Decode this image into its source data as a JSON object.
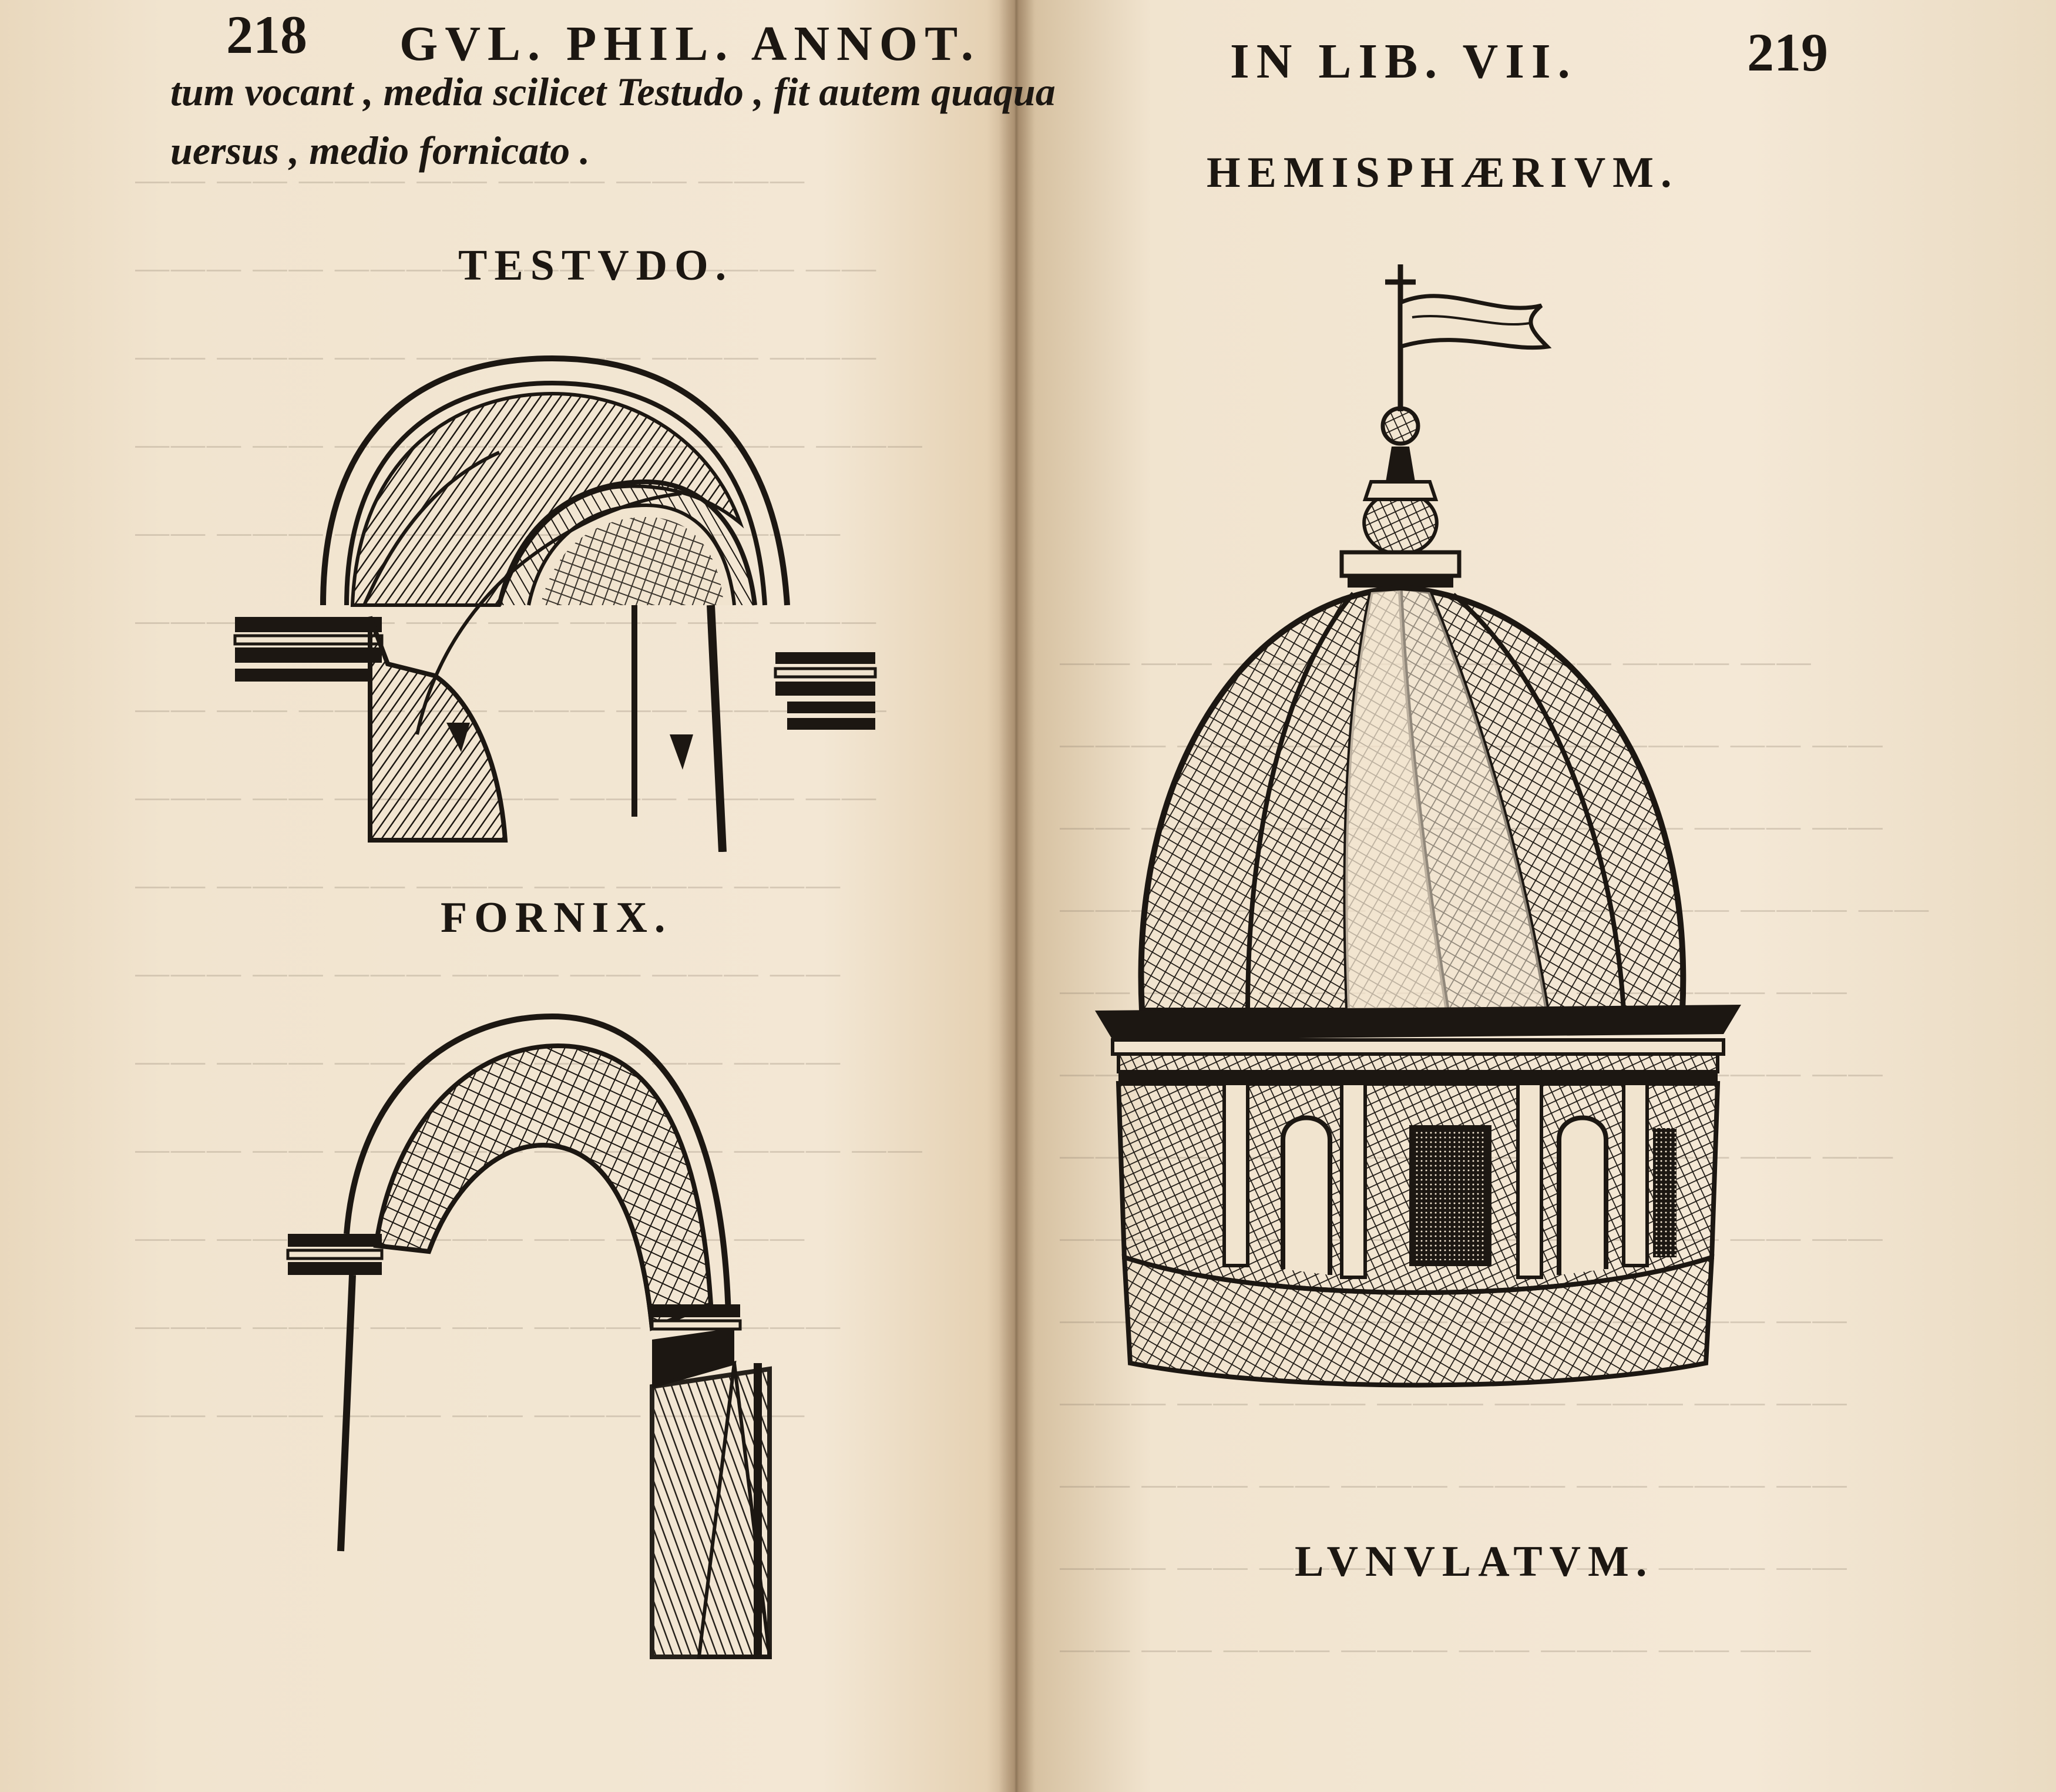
{
  "left_page": {
    "page_number": "218",
    "running_head": "GVL. PHIL. ANNOT.",
    "text_lines": [
      "tum vocant , media scilicet Testudo , fit autem quaqua",
      "uersus , medio fornicato ."
    ],
    "captions": {
      "testudo": "TESTVDO.",
      "fornix": "FORNIX."
    }
  },
  "right_page": {
    "running_head": "IN LIB. VII.",
    "page_number": "219",
    "captions": {
      "hemisphaerium": "HEMISPHÆRIVM.",
      "lunulatum": "LVNVLATVM."
    }
  }
}
